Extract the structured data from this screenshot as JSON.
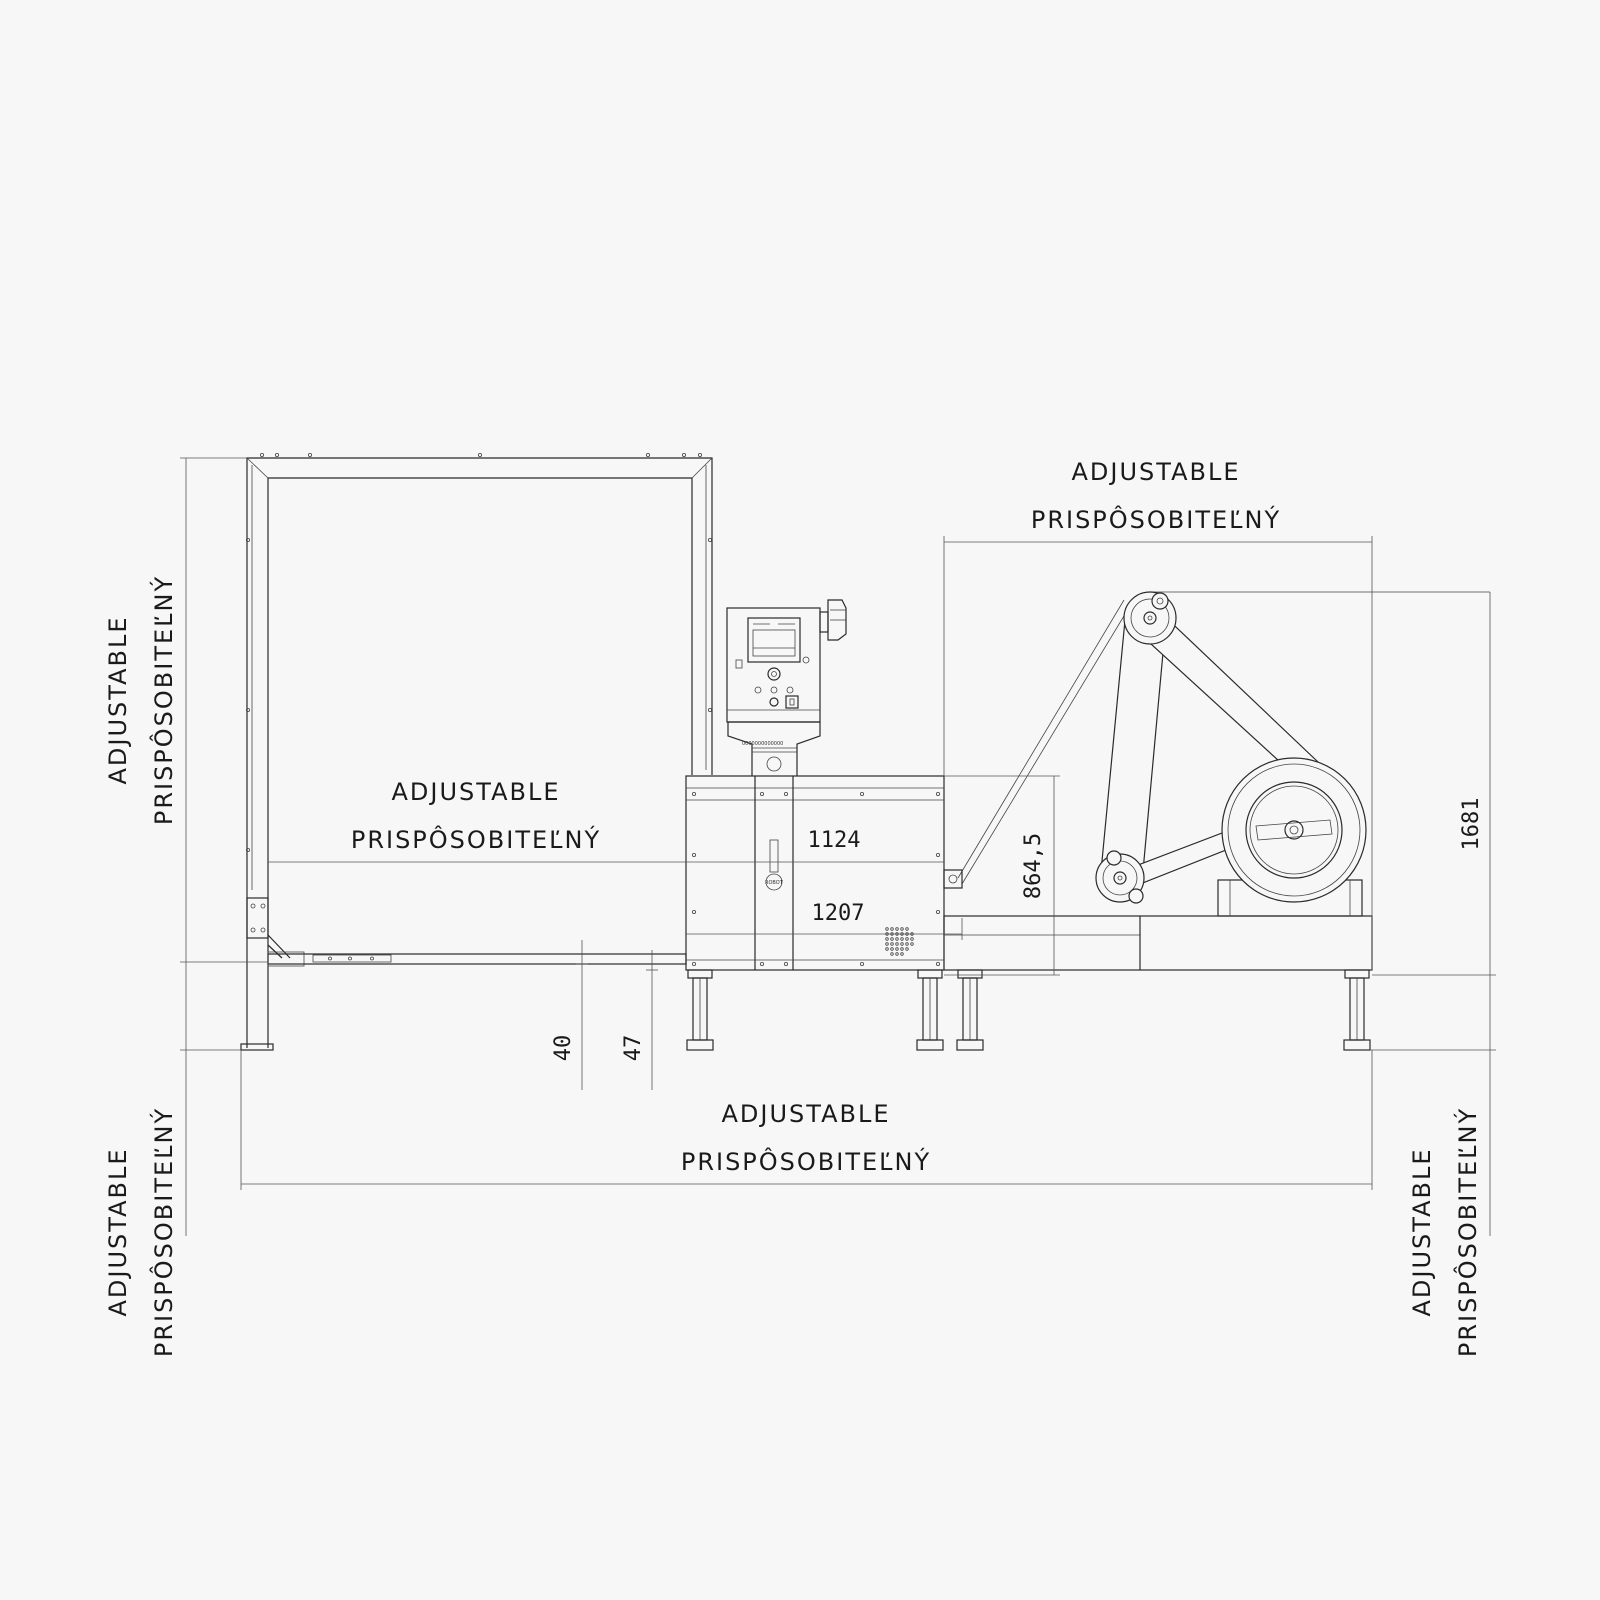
{
  "labels": {
    "adjustable": "ADJUSTABLE",
    "adjustable_sk": "PRISPÔSOBITEĽNÝ"
  },
  "dimensions": {
    "d1124": "1124",
    "d1207": "1207",
    "d864": "864,5",
    "d1681": "1681",
    "d40": "40",
    "d47": "47"
  },
  "machine": {
    "logo_text": "ROBOT",
    "panel_serial": "0000000000000"
  },
  "colors": {
    "background": "#f7f7f7",
    "line": "#2a2a2a",
    "text": "#1a1a1a"
  }
}
